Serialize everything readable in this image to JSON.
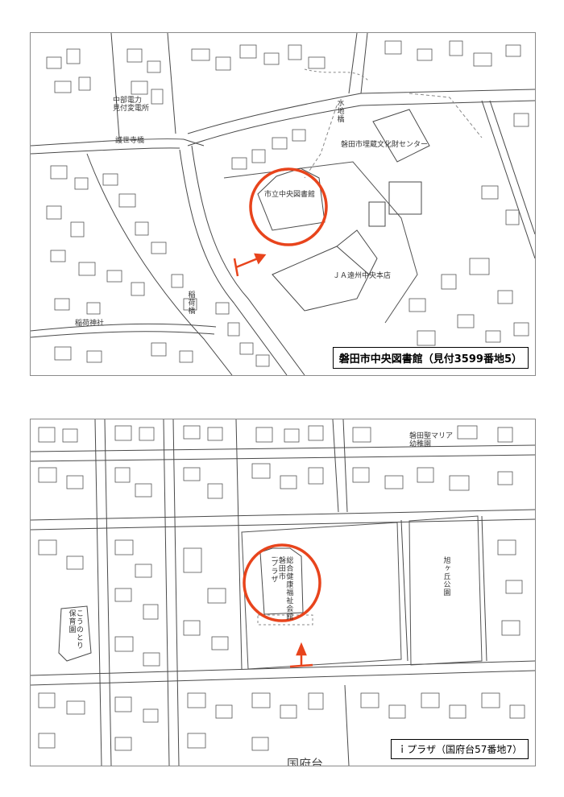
{
  "colors": {
    "marker": "#e8441c",
    "lines": "#4a4a4a",
    "dashed": "#888888"
  },
  "map1": {
    "caption": "磐田市中央図書館（見付3599番地5）",
    "target": "市立中央図書館",
    "labels": {
      "substation": "中部電力\n見付変電所",
      "gosedera_bridge": "護世寺橋",
      "mizuchi_bridge": "水地橋",
      "maizou_center": "磐田市埋蔵文化財センター",
      "ja_store": "ＪＡ遠州中央本店",
      "inari_bridge": "稲荷橋",
      "inari_shrine": "稲荷神社"
    }
  },
  "map2": {
    "caption": "ｉプラザ（国府台57番地7）",
    "target": "総合健康福祉会館\n磐田市\niプラザ",
    "labels": {
      "kindergarten": "磐田聖マリア\n幼稚園",
      "park": "旭ヶ丘公園",
      "nursery": "こうのとり\n保育園",
      "kokufudai": "国府台"
    }
  }
}
